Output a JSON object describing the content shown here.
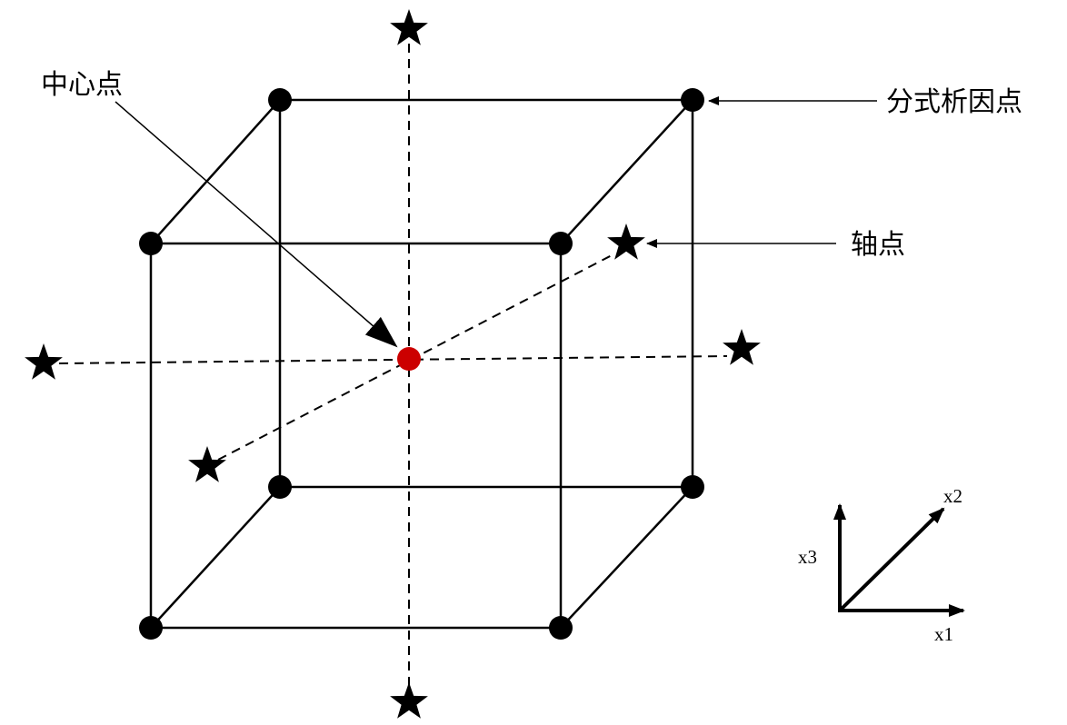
{
  "labels": {
    "center_point": "中心点",
    "factorial_point": "分式析因点",
    "axial_point": "轴点"
  },
  "axes": {
    "x1": "x1",
    "x2": "x2",
    "x3": "x3"
  },
  "colors": {
    "center_point": "#cc0000",
    "factorial_point": "#000000",
    "axial_point": "#000000"
  },
  "icons": {
    "factorial_point": "filled-circle",
    "center_point": "filled-circle",
    "axial_point": "filled-star"
  }
}
